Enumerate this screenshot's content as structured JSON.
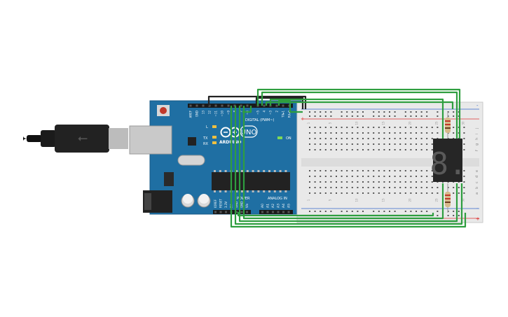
{
  "arduino": {
    "brand": "ARDUINO",
    "model": "UNO",
    "digital_header": "DIGITAL (PWM~)",
    "analog_header": "ANALOG IN",
    "power_header": "POWER",
    "on_label": "ON",
    "l_label": "L",
    "tx_label": "TX",
    "rx_label": "RX",
    "digital_pins": [
      "AREF",
      "GND",
      "13",
      "12",
      "~11",
      "~10",
      "~9",
      "8",
      "7",
      "~6",
      "~5",
      "4",
      "~3",
      "2",
      "TX▸1",
      "RX◂0"
    ],
    "power_pins": [
      "IOREF",
      "RESET",
      "3.3V",
      "5V",
      "GND",
      "GND",
      "Vin"
    ],
    "analog_pins": [
      "A0",
      "A1",
      "A2",
      "A3",
      "A4",
      "A5"
    ]
  },
  "breadboard": {
    "column_numbers": [
      "1",
      "5",
      "10",
      "15",
      "20",
      "25",
      "30"
    ],
    "row_letters_top": [
      "j",
      "i",
      "h",
      "g",
      "f"
    ],
    "row_letters_bottom": [
      "e",
      "d",
      "c",
      "b",
      "a"
    ],
    "rail_plus": "+",
    "rail_minus": "-"
  },
  "display": {
    "digit": "8."
  },
  "colors": {
    "board": "#1f6fa3",
    "wire_green": "#2e9e3f",
    "wire_black": "#222222",
    "breadboard": "#e9e9e9",
    "rail_red": "#d33",
    "rail_blue": "#36c"
  }
}
